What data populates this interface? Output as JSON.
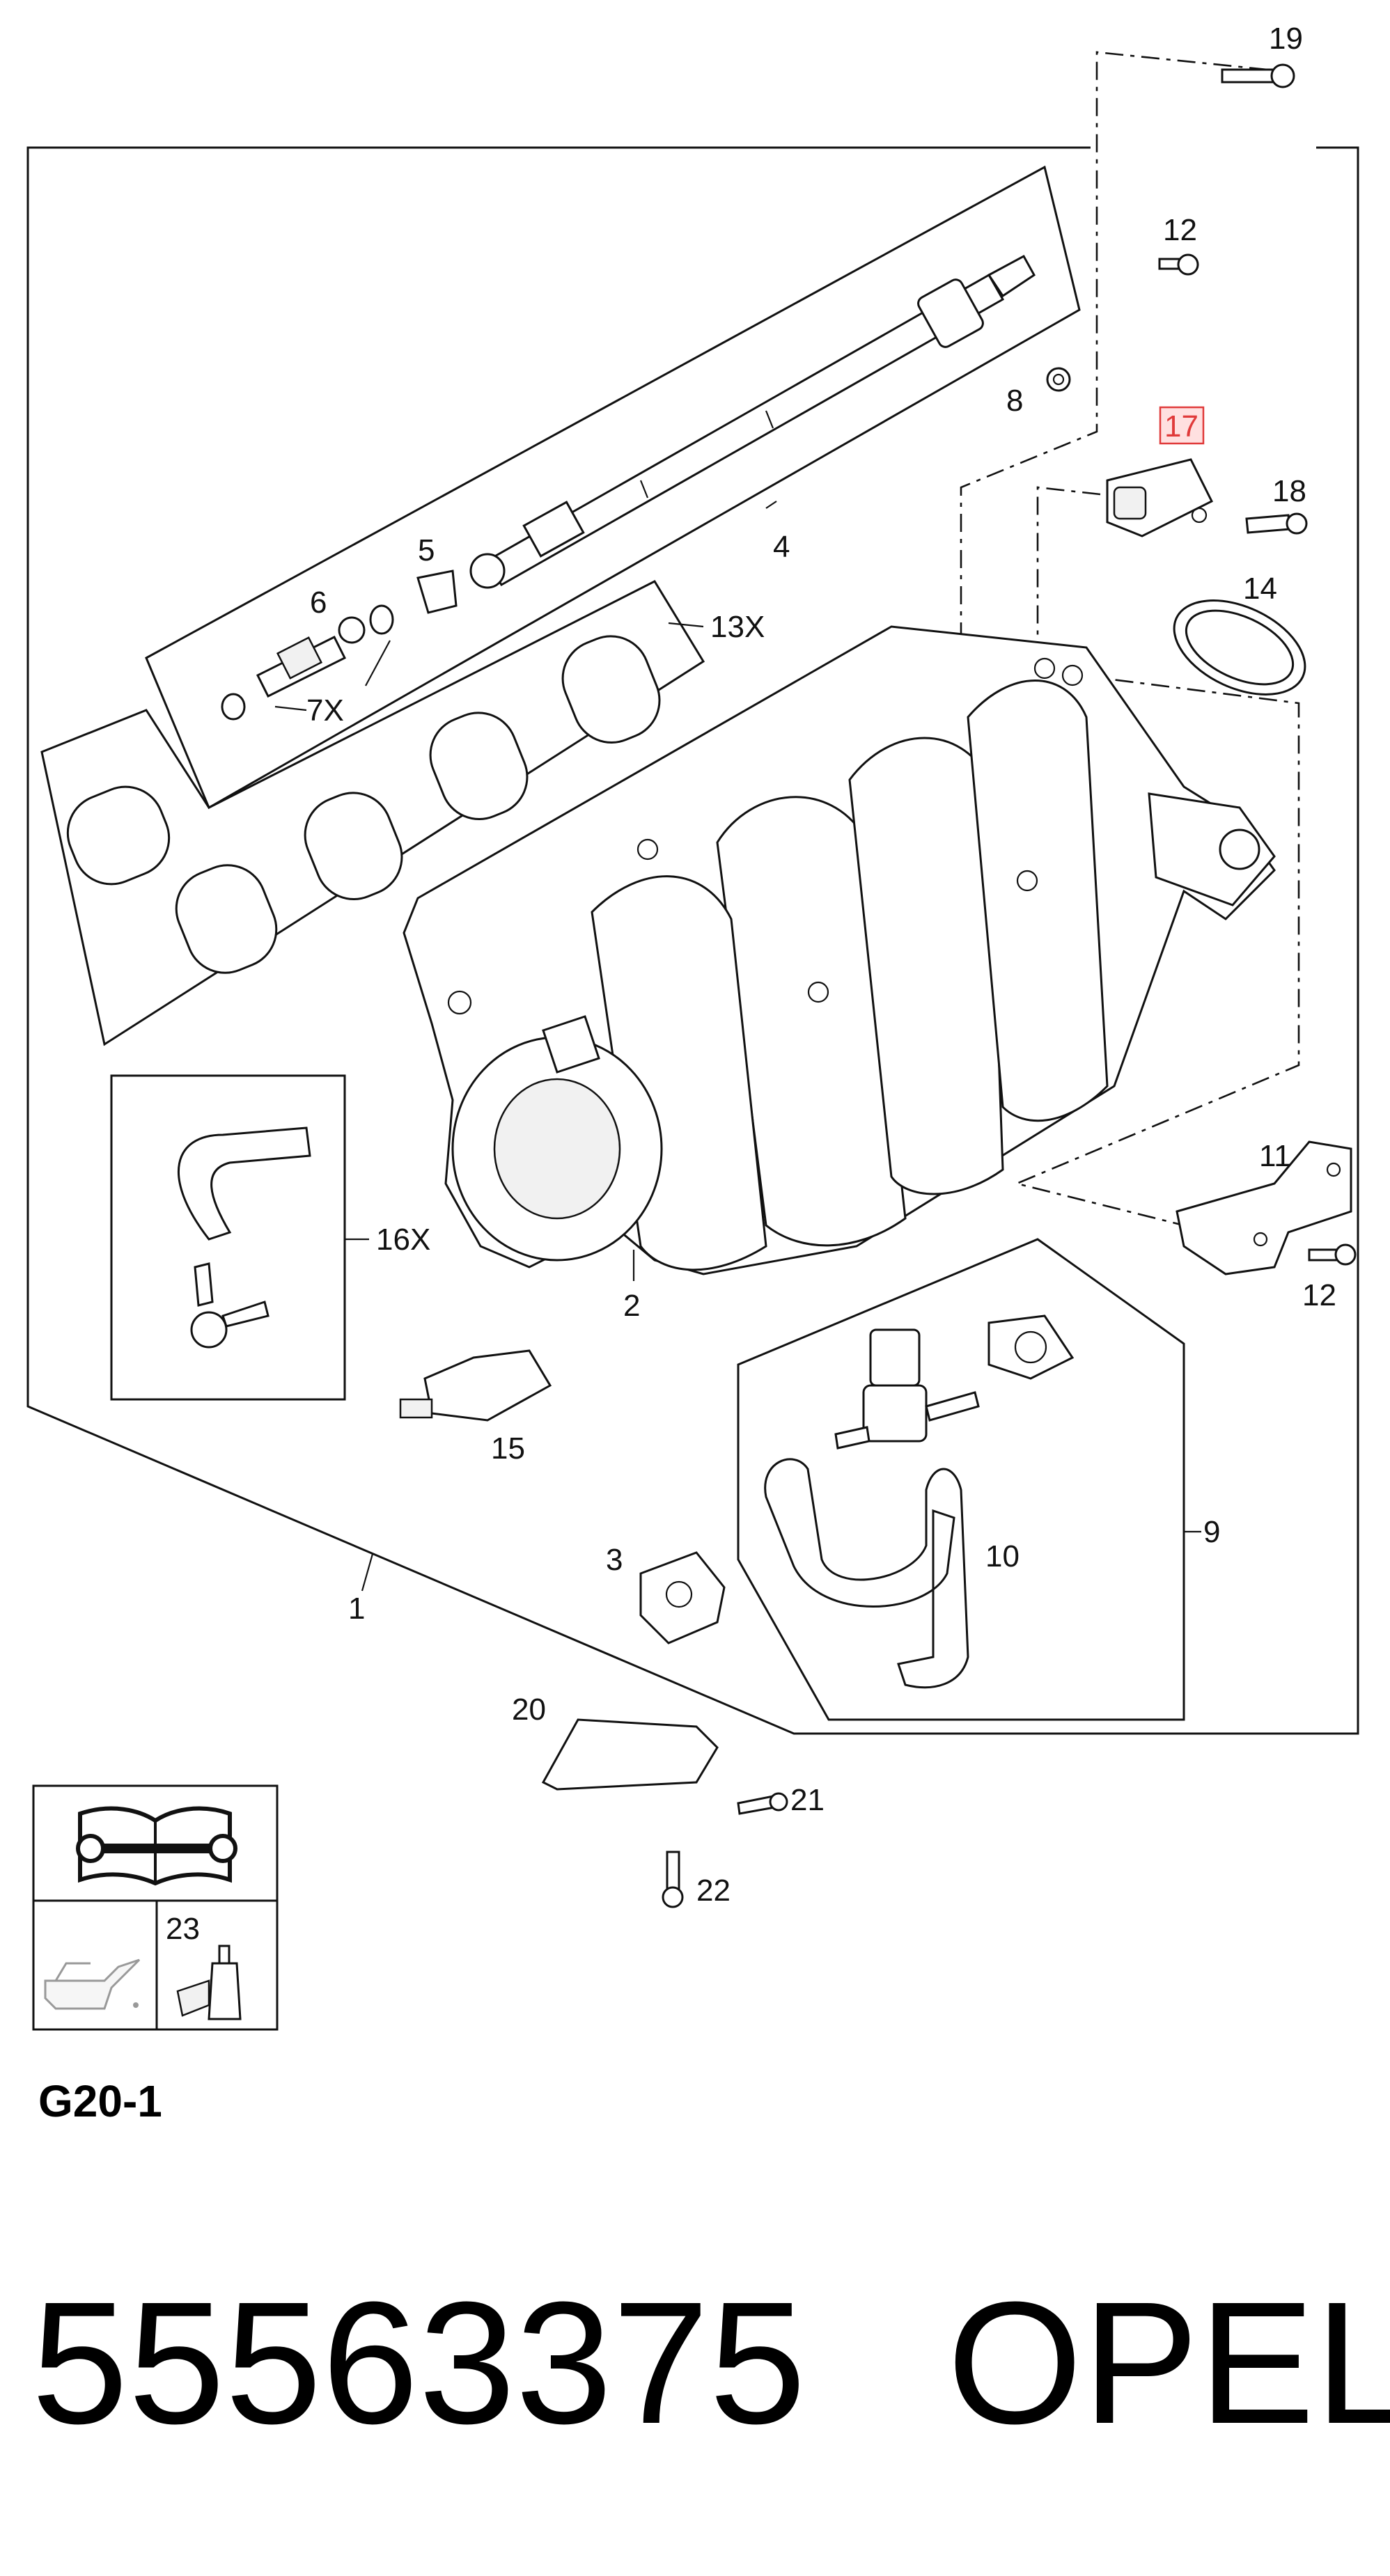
{
  "callouts": {
    "c1": "1",
    "c2": "2",
    "c3": "3",
    "c4": "4",
    "c5": "5",
    "c6": "6",
    "c7": "7X",
    "c8": "8",
    "c9": "9",
    "c10": "10",
    "c11": "11",
    "c12a": "12",
    "c12b": "12",
    "c13": "13X",
    "c14": "14",
    "c15": "15",
    "c16": "16X",
    "c17": "17",
    "c18": "18",
    "c19": "19",
    "c20": "20",
    "c21": "21",
    "c22": "22",
    "c23": "23"
  },
  "highlighted_callout": "17",
  "highlight_color": "#e03a3a",
  "group_code": "G20-1",
  "part_number": "55563375",
  "brand": "OPEL",
  "icons": [
    "repair-manual-wrench-icon",
    "oil-can-icon",
    "sealant-tube-icon"
  ]
}
